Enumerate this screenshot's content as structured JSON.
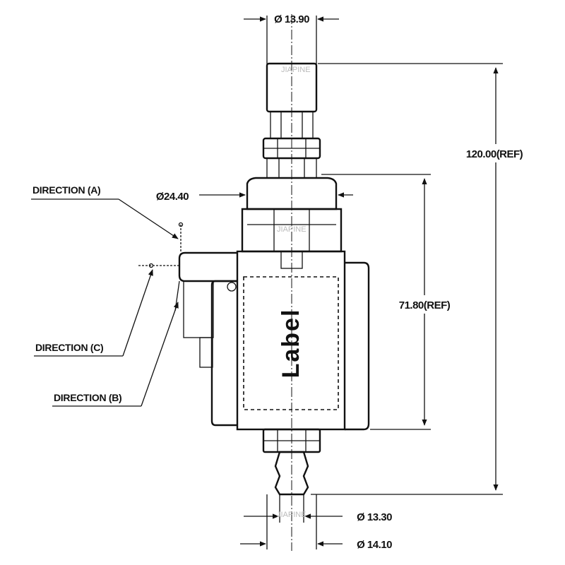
{
  "dimensions": {
    "top_diameter": "Ø 13.90",
    "total_height": "120.00(REF)",
    "body_diameter": "Ø24.40",
    "body_height": "71.80(REF)",
    "outlet_inner": "Ø 13.30",
    "outlet_outer": "Ø 14.10"
  },
  "directions": {
    "a": "DIRECTION  (A)",
    "b": "DIRECTION  (B)",
    "c": "DIRECTION  (C)"
  },
  "label_box": {
    "text": "Label"
  },
  "watermarks": [
    "JIAPINE",
    "JIAPINE",
    "JIAPINE"
  ]
}
